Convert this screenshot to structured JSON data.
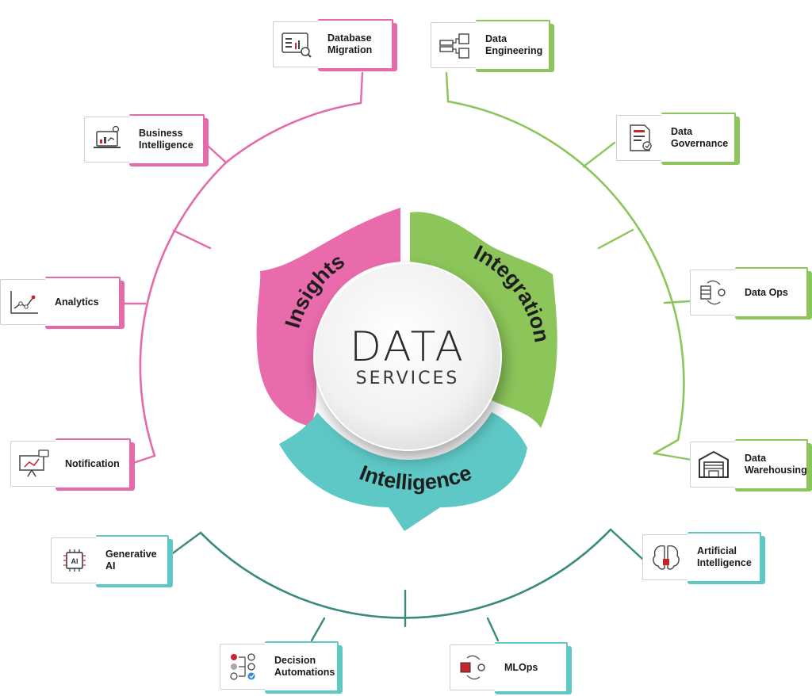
{
  "center": {
    "title": "DATA",
    "subtitle": "SERVICES"
  },
  "segments": {
    "insights": "Insights",
    "integration": "Integration",
    "intelligence": "Intelligence"
  },
  "colors": {
    "insights": "#e96bab",
    "integration": "#8cc65a",
    "intelligence": "#5ec8c6",
    "teal_line": "#3b8a7e"
  },
  "cards": {
    "database_migration": "Database\nMigration",
    "business_intelligence": "Business\nIntelligence",
    "analytics": "Analytics",
    "notification": "Notification",
    "data_engineering": "Data\nEngineering",
    "data_governance": "Data\nGovernance",
    "data_ops": "Data Ops",
    "data_warehousing": "Data\nWarehousing",
    "generative_ai": "Generative AI",
    "decision_automations": "Decision\nAutomations",
    "mlops": "MLOps",
    "artificial_intelligence": "Artificial\nIntelligence"
  },
  "icons": {
    "database_migration": "monitor-chart-search-icon",
    "business_intelligence": "laptop-chart-bulb-icon",
    "analytics": "line-chart-icon",
    "notification": "presentation-board-icon",
    "data_engineering": "server-code-icon",
    "data_governance": "document-check-icon",
    "data_ops": "server-gear-cycle-icon",
    "data_warehousing": "warehouse-icon",
    "generative_ai": "ai-chip-icon",
    "decision_automations": "decision-flow-icon",
    "mlops": "chip-gear-cycle-icon",
    "artificial_intelligence": "brain-chip-icon"
  }
}
